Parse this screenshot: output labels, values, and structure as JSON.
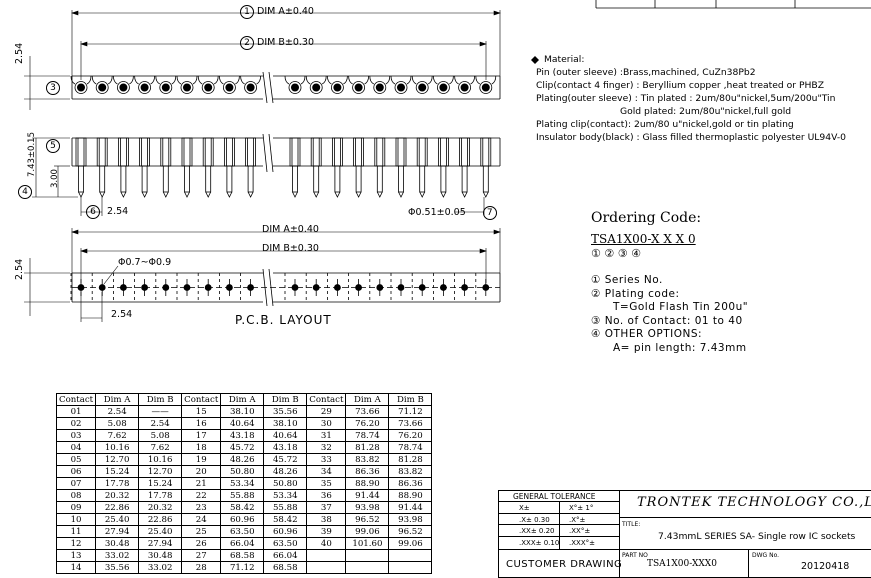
{
  "dims": {
    "dim_a": "DIM A±0.40",
    "dim_b": "DIM B±0.30",
    "pitch_254_vert": "2.54",
    "pitch_254": "2.54",
    "height_743": "7.43±0.15",
    "len_300": "3.00",
    "pin_dia": "Φ0.51±0.05",
    "hole_dia": "Φ0.7~Φ0.9",
    "pcb_layout": "P.C.B.  LAYOUT"
  },
  "callouts": [
    "1",
    "2",
    "3",
    "4",
    "5",
    "6",
    "7"
  ],
  "material": {
    "heading": "Material:",
    "lines": [
      "Pin (outer sleeve) :Brass,machined, CuZn38Pb2",
      "Clip(contact 4 finger) : Beryllium copper ,heat  treated or PHBZ",
      "Plating(outer sleeve) : Tin plated : 2um/80u\"nickel,5um/200u\"Tin",
      "Gold plated: 2um/80u\"nickel,full gold",
      "Plating clip(contact): 2um/80 u\"nickel,gold or tin plating",
      "Insulator body(black) : Glass filled thermoplastic polyester UL94V-0"
    ]
  },
  "ordering": {
    "title": "Ordering  Code:",
    "code": "TSA1X00-X X X 0",
    "code_marks": "①  ②     ③  ④",
    "items": [
      "①  Series  No.",
      "②  Plating  code:",
      "T=Gold  Flash  Tin  200u\"",
      "③  No.  of  Contact:  01  to  40",
      "④  OTHER  OPTIONS:",
      "A=  pin  length:  7.43mm"
    ]
  },
  "table": {
    "headers": [
      "Contact",
      "Dim A",
      "Dim B"
    ],
    "rows": [
      [
        "01",
        "2.54",
        "——",
        "15",
        "38.10",
        "35.56",
        "29",
        "73.66",
        "71.12"
      ],
      [
        "02",
        "5.08",
        "2.54",
        "16",
        "40.64",
        "38.10",
        "30",
        "76.20",
        "73.66"
      ],
      [
        "03",
        "7.62",
        "5.08",
        "17",
        "43.18",
        "40.64",
        "31",
        "78.74",
        "76.20"
      ],
      [
        "04",
        "10.16",
        "7.62",
        "18",
        "45.72",
        "43.18",
        "32",
        "81.28",
        "78.74"
      ],
      [
        "05",
        "12.70",
        "10.16",
        "19",
        "48.26",
        "45.72",
        "33",
        "83.82",
        "81.28"
      ],
      [
        "06",
        "15.24",
        "12.70",
        "20",
        "50.80",
        "48.26",
        "34",
        "86.36",
        "83.82"
      ],
      [
        "07",
        "17.78",
        "15.24",
        "21",
        "53.34",
        "50.80",
        "35",
        "88.90",
        "86.36"
      ],
      [
        "08",
        "20.32",
        "17.78",
        "22",
        "55.88",
        "53.34",
        "36",
        "91.44",
        "88.90"
      ],
      [
        "09",
        "22.86",
        "20.32",
        "23",
        "58.42",
        "55.88",
        "37",
        "93.98",
        "91.44"
      ],
      [
        "10",
        "25.40",
        "22.86",
        "24",
        "60.96",
        "58.42",
        "38",
        "96.52",
        "93.98"
      ],
      [
        "11",
        "27.94",
        "25.40",
        "25",
        "63.50",
        "60.96",
        "39",
        "99.06",
        "96.52"
      ],
      [
        "12",
        "30.48",
        "27.94",
        "26",
        "66.04",
        "63.50",
        "40",
        "101.60",
        "99.06"
      ],
      [
        "13",
        "33.02",
        "30.48",
        "27",
        "68.58",
        "66.04",
        "",
        "",
        ""
      ],
      [
        "14",
        "35.56",
        "33.02",
        "28",
        "71.12",
        "68.58",
        "",
        "",
        ""
      ]
    ]
  },
  "title_block": {
    "tolerance_title": "GENERAL TOLERANCE",
    "tol": [
      [
        "X±",
        "X°± 1°"
      ],
      [
        ".X± 0.30",
        ".X°±"
      ],
      [
        ".XX± 0.20",
        ".XX°±"
      ],
      [
        ".XXX± 0.10",
        ".XXX°±"
      ]
    ],
    "company": "TRONTEK  TECHNOLOGY  CO.,LTD.",
    "title_label": "TITLE:",
    "title": "7.43mmL SERIES SA-  Single row IC sockets",
    "part_label": "PART NO",
    "part_no": "TSA1X00-XXX0",
    "dwg_label": "DWG No.",
    "dwg_no": "20120418",
    "customer": "CUSTOMER  DRAWING"
  }
}
